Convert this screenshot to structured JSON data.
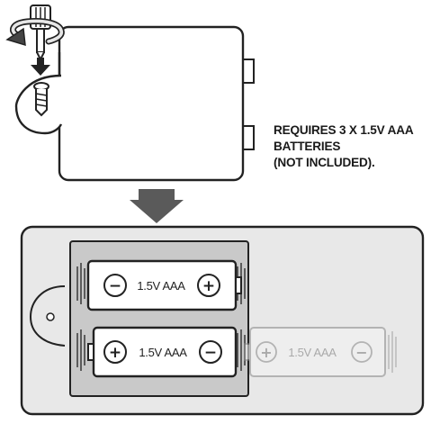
{
  "note": {
    "lines": [
      "REQUIRES 3 X 1.5V AAA",
      "BATTERIES",
      "(NOT INCLUDED)."
    ]
  },
  "batteries": [
    {
      "label": "1.5V AAA",
      "left_symbol": "−",
      "right_symbol": "+",
      "state": "installed"
    },
    {
      "label": "1.5V AAA",
      "left_symbol": "+",
      "right_symbol": "−",
      "state": "installed"
    },
    {
      "label": "1.5V AAA",
      "left_symbol": "+",
      "right_symbol": "−",
      "state": "inserting"
    }
  ],
  "colors": {
    "outline": "#222222",
    "cover_fill": "#ffffff",
    "device_fill": "#e8e8e8",
    "compartment_fill": "#c9c9c9",
    "battery_fill": "#ffffff",
    "ghost_stroke": "#a8a8a8",
    "arrow_fill": "#5a5a5a"
  },
  "icons": [
    "screwdriver-icon",
    "rotate-arrow-icon",
    "screw-icon",
    "down-arrow-icon"
  ]
}
